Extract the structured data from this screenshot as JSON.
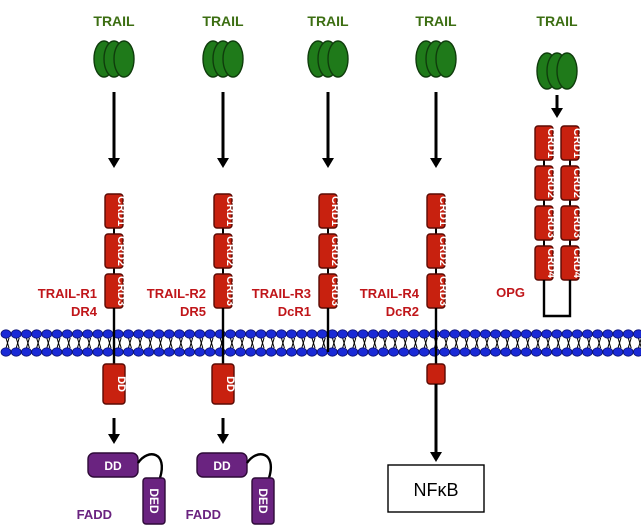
{
  "ligand": {
    "label": "TRAIL",
    "color": "#1f7a1a"
  },
  "receptors": [
    {
      "name": "TRAIL-R1",
      "alias": "DR4",
      "domains": [
        "CRD1",
        "CRD2",
        "CRD3"
      ],
      "intracellular": "DD",
      "adaptor": {
        "dd": "DD",
        "ded": "DED",
        "label": "FADD"
      }
    },
    {
      "name": "TRAIL-R2",
      "alias": "DR5",
      "domains": [
        "CRD1",
        "CRD2",
        "CRD3"
      ],
      "intracellular": "DD",
      "adaptor": {
        "dd": "DD",
        "ded": "DED",
        "label": "FADD"
      }
    },
    {
      "name": "TRAIL-R3",
      "alias": "DcR1",
      "domains": [
        "CRD1",
        "CRD2",
        "CRD3"
      ]
    },
    {
      "name": "TRAIL-R4",
      "alias": "DcR2",
      "domains": [
        "CRD1",
        "CRD2",
        "CRD3"
      ],
      "output": "NFκB"
    }
  ],
  "opg": {
    "name": "OPG",
    "domains": [
      "CRD1",
      "CRD2",
      "CRD3",
      "CRD4"
    ]
  },
  "colors": {
    "crd": "#c8210f",
    "fadd": "#6a2380",
    "membrane": "#1a2ad6",
    "ligand_text": "#3c6e12",
    "receptor_text": "#c0161a"
  }
}
